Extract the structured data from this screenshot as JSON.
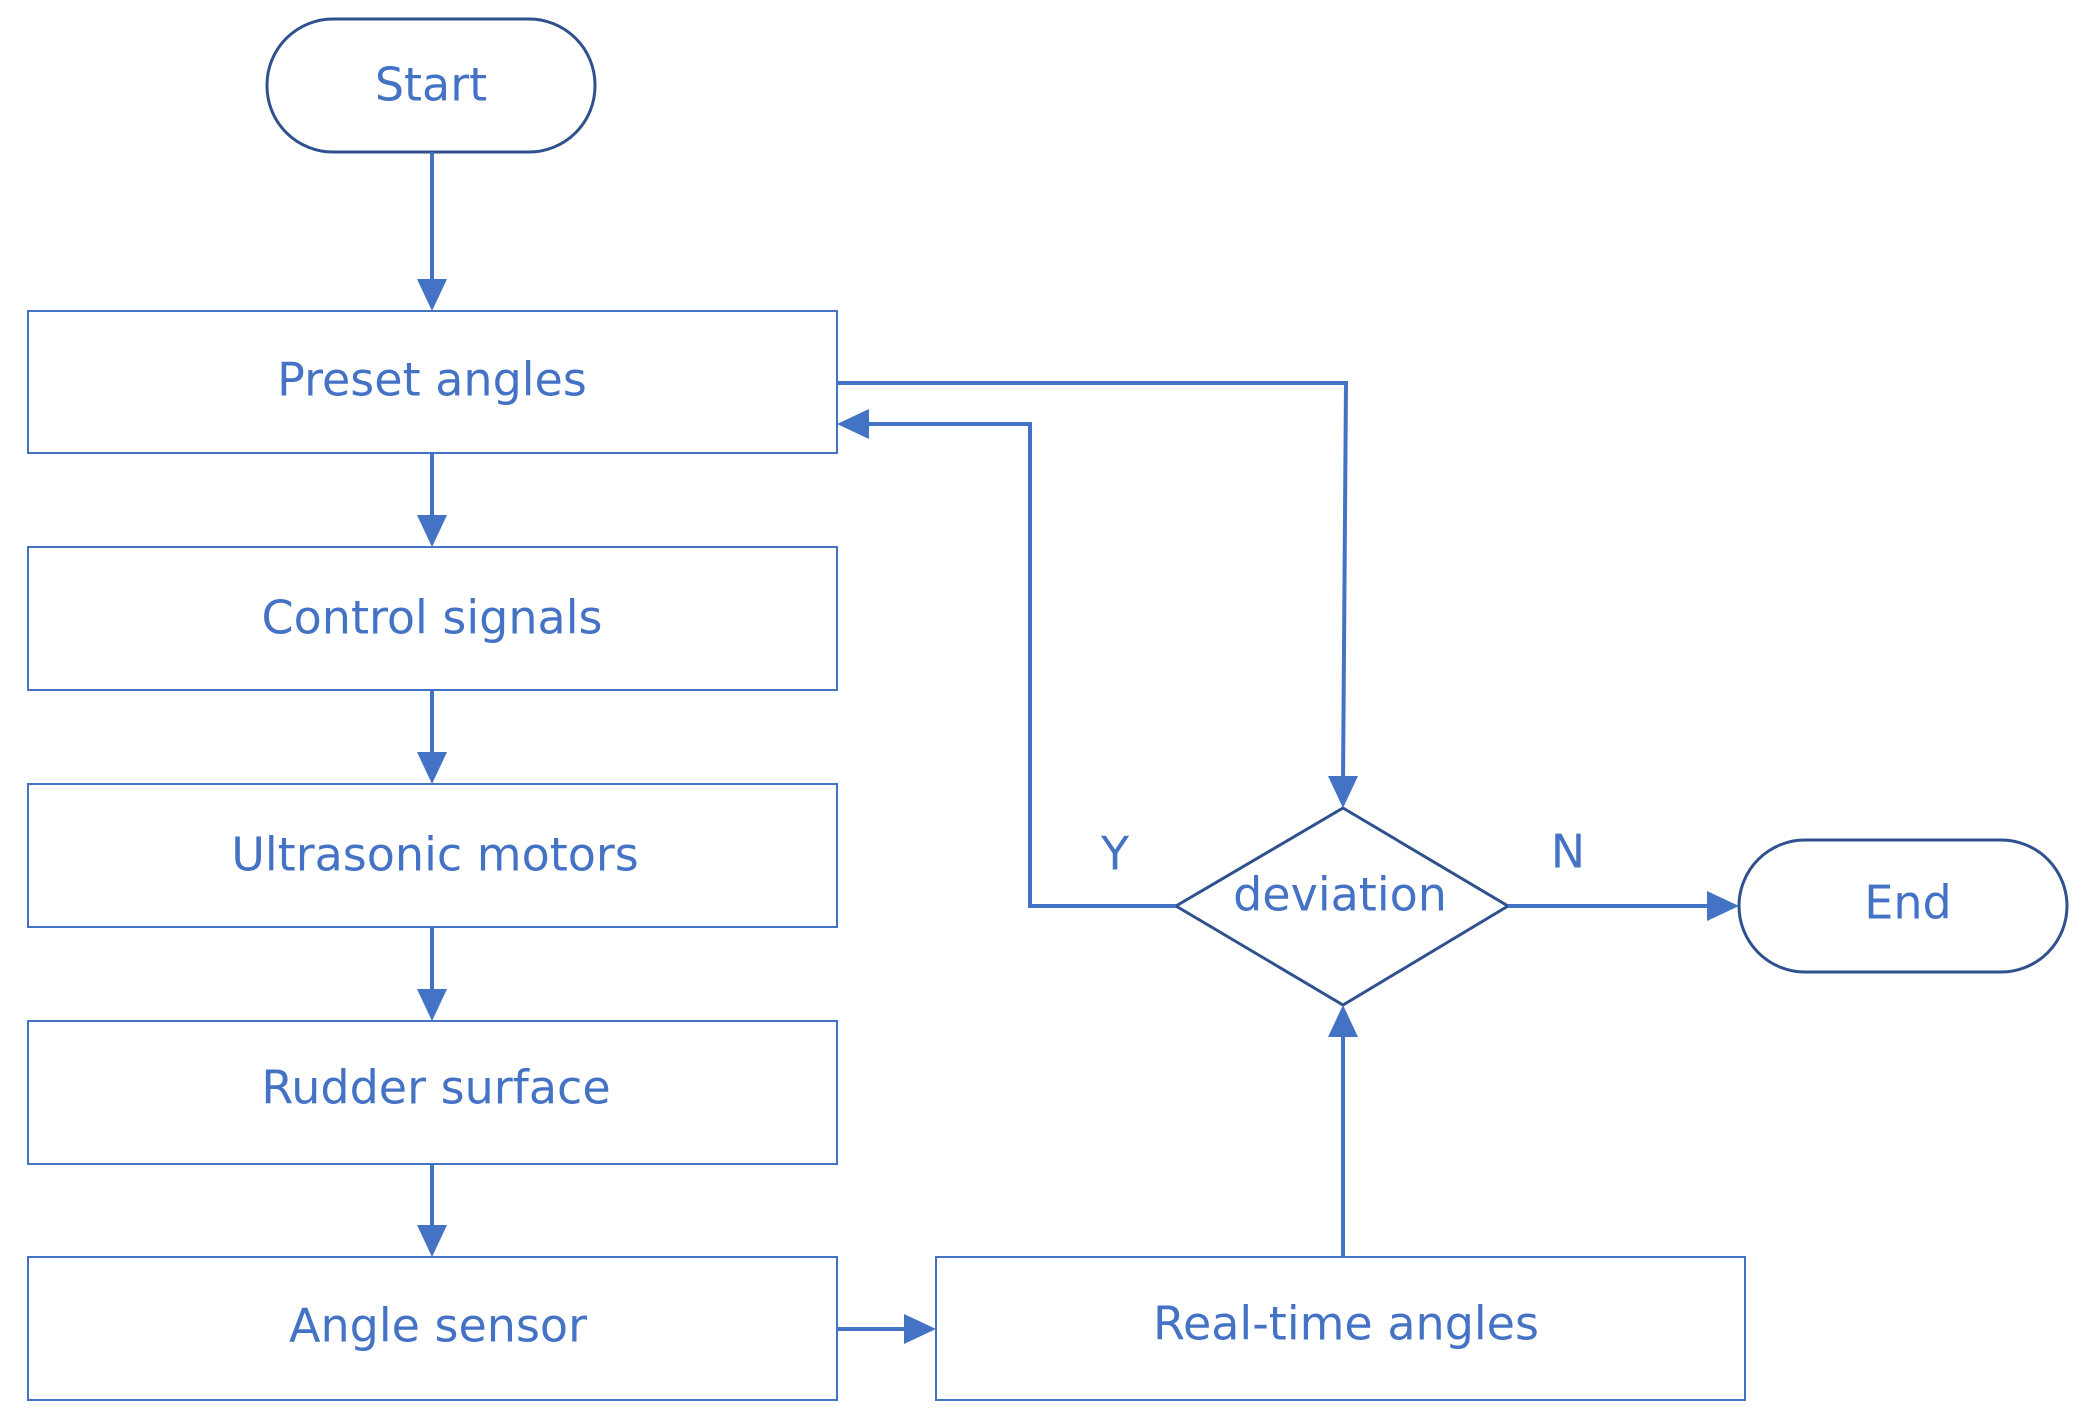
{
  "colors": {
    "primary": "#4472C4",
    "terminal_stroke": "#2F528F",
    "background": "#FFFFFF"
  },
  "nodes": {
    "start": "Start",
    "preset_angles": "Preset angles",
    "control_signals": "Control signals",
    "ultrasonic_motors": "Ultrasonic motors",
    "rudder_surface": "Rudder surface",
    "angle_sensor": "Angle sensor",
    "real_time_angles": "Real-time angles",
    "deviation": "deviation",
    "end": "End"
  },
  "edge_labels": {
    "yes": "Y",
    "no": "N"
  }
}
